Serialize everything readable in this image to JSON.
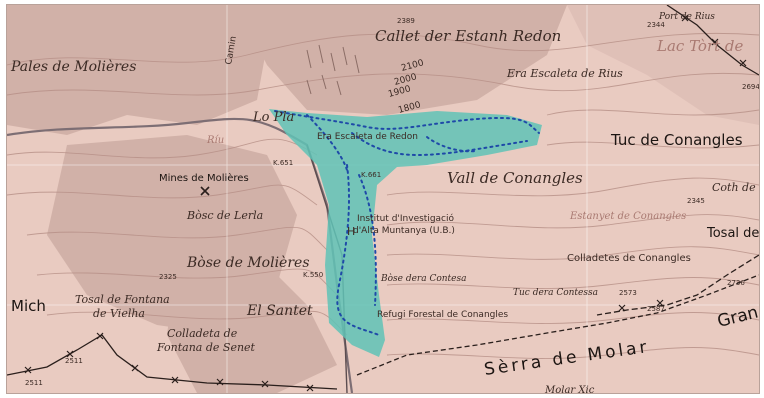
{
  "map": {
    "labels": {
      "callet": "Callet der Estanh Redon",
      "pales": "Pales de Molières",
      "camin": "Camin",
      "era_escaleta": "Era Escaleta de Rius",
      "lac_tort": "Lac Tòrt de",
      "port_de_rius": "Port de Rius",
      "lo_pla": "Lo Pla",
      "escaleta_redon": "Era Escaleta de Redon",
      "tuc_conangles": "Tuc de Conangles",
      "vall_conangles": "Vall de Conangles",
      "coth_de": "Coth de",
      "mines": "Mines de Molières",
      "bosc_lerla": "Bòsc de Lerla",
      "estanyet": "Estanyet de Conangles",
      "tosal_dels": "Tosal dels",
      "institut": "Institut d'Investigació",
      "alta_muntanya": "d'Alta Muntanya (U.B.)",
      "colladetes": "Colladetes de Conangles",
      "bose_molieres": "Bòse de Molières",
      "bose_contesa": "Bòse dera Contesa",
      "tuc_contessa": "Tuc dera Contessa",
      "mich": "Mich",
      "tosal_fontana": "Tosal de Fontana",
      "de_vielha": "de Vielha",
      "el_santet": "El Santet",
      "refugi": "Refugi Forestal de Conangles",
      "colladeta": "Colladeta de",
      "fontana_senet": "Fontana de Senet",
      "serra_molar": "Sèrra  de  Molar",
      "gran": "Gran",
      "molar_xic": "Molar Xic",
      "h_marker": "H",
      "rio": "Ríu"
    },
    "spot_heights": {
      "h2389": "2389",
      "h2344": "2344",
      "h2694": "2694",
      "h2345": "2345",
      "h2325": "2325",
      "h2573": "2573",
      "h2587": "2587",
      "h2736": "2736",
      "h2511": "2511",
      "h2511b": "2511",
      "h1651": "K.651",
      "h1550": "K.550",
      "h1661": "K.661"
    },
    "contour_labels": [
      "2100",
      "2000",
      "1900",
      "1800"
    ],
    "colors": {
      "background": "#e9cbc1",
      "hillshade": "#c9a89f",
      "contour": "#b68f86",
      "highlight": "#5fc3b6",
      "trail": "#1f4aa8",
      "boundary": "#2a1f1c",
      "river": "#7d6e74",
      "grid": "#ffffff"
    }
  }
}
